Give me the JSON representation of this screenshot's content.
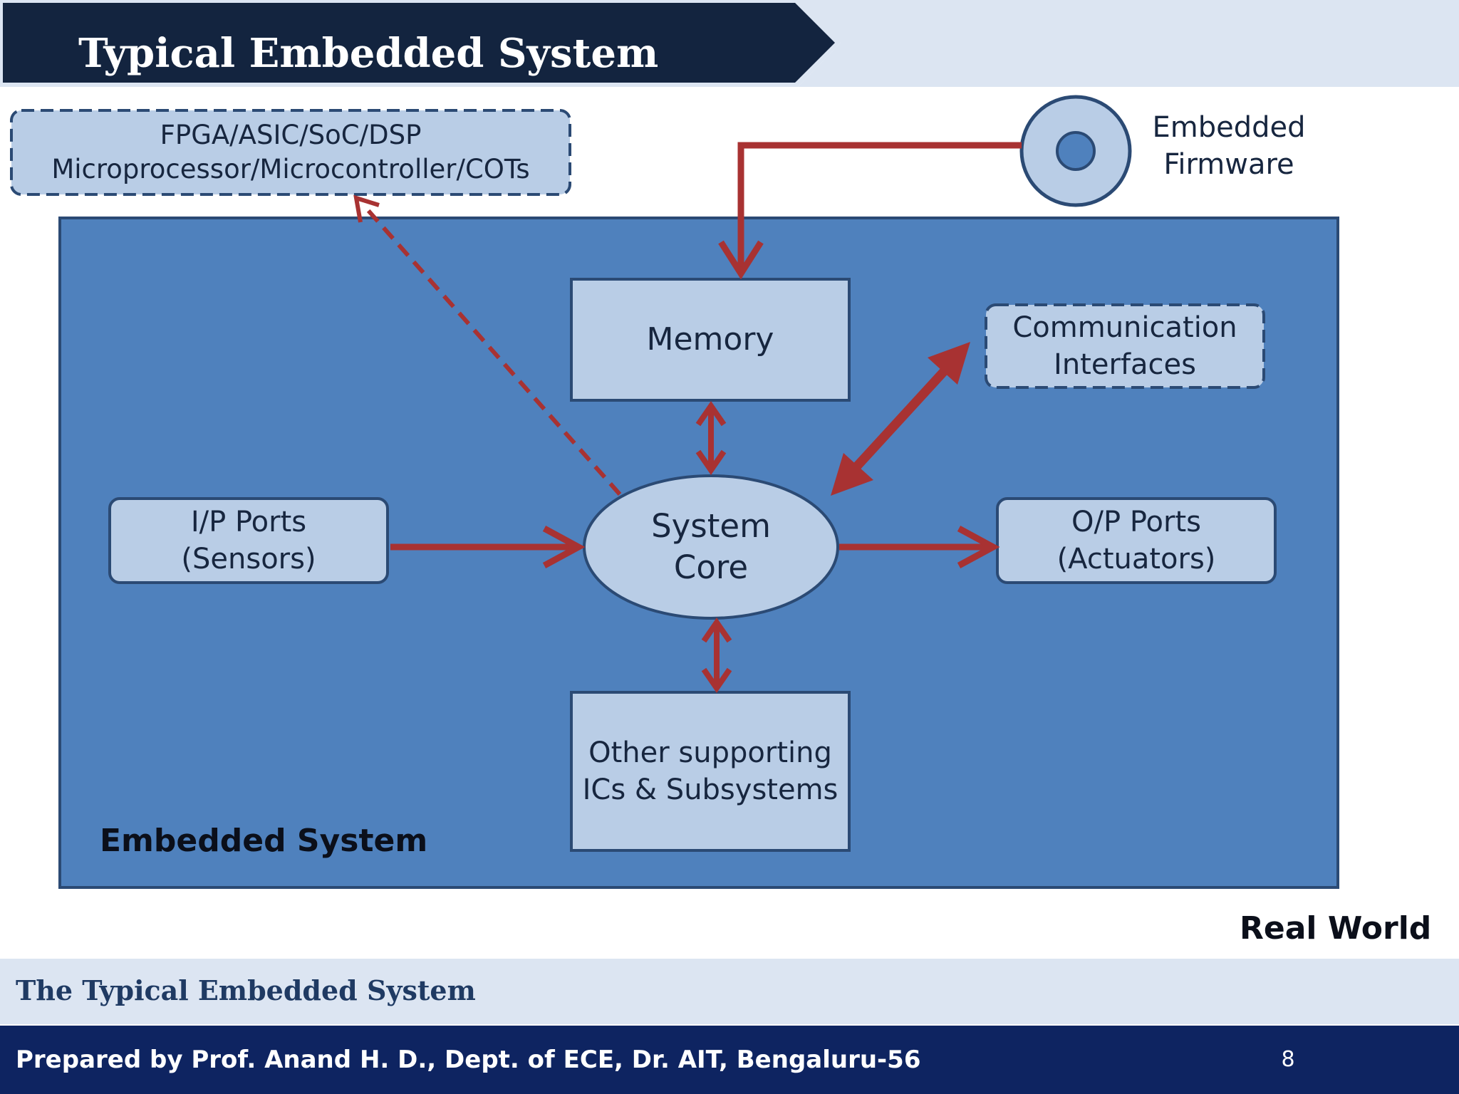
{
  "slide": {
    "title": "Typical Embedded System",
    "band_text": "The Typical Embedded System",
    "footer_text": "Prepared by Prof. Anand H. D., Dept. of ECE,  Dr. AIT, Bengaluru-56",
    "page_number": "8"
  },
  "diagram": {
    "fpga": {
      "line1": "FPGA/ASIC/SoC/DSP",
      "line2": "Microprocessor/Microcontroller/COTs"
    },
    "firmware": {
      "line1": "Embedded",
      "line2": "Firmware"
    },
    "memory": {
      "label": "Memory"
    },
    "comm": {
      "line1": "Communication",
      "line2": "Interfaces"
    },
    "ip_ports": {
      "line1": "I/P Ports",
      "line2": "(Sensors)"
    },
    "op_ports": {
      "line1": "O/P Ports",
      "line2": "(Actuators)"
    },
    "core": {
      "line1": "System",
      "line2": "Core"
    },
    "other": {
      "line1": "Other supporting",
      "line2": "ICs & Subsystems"
    },
    "system_label": "Embedded System",
    "world_label": "Real World"
  },
  "colors": {
    "header_dark": "#13243f",
    "header_light": "#dce5f2",
    "system_blue": "#4f81bd",
    "box_fill": "#b9cde6",
    "box_border": "#2b4a74",
    "arrow_red": "#a83232",
    "footer_navy": "#0e2461"
  }
}
